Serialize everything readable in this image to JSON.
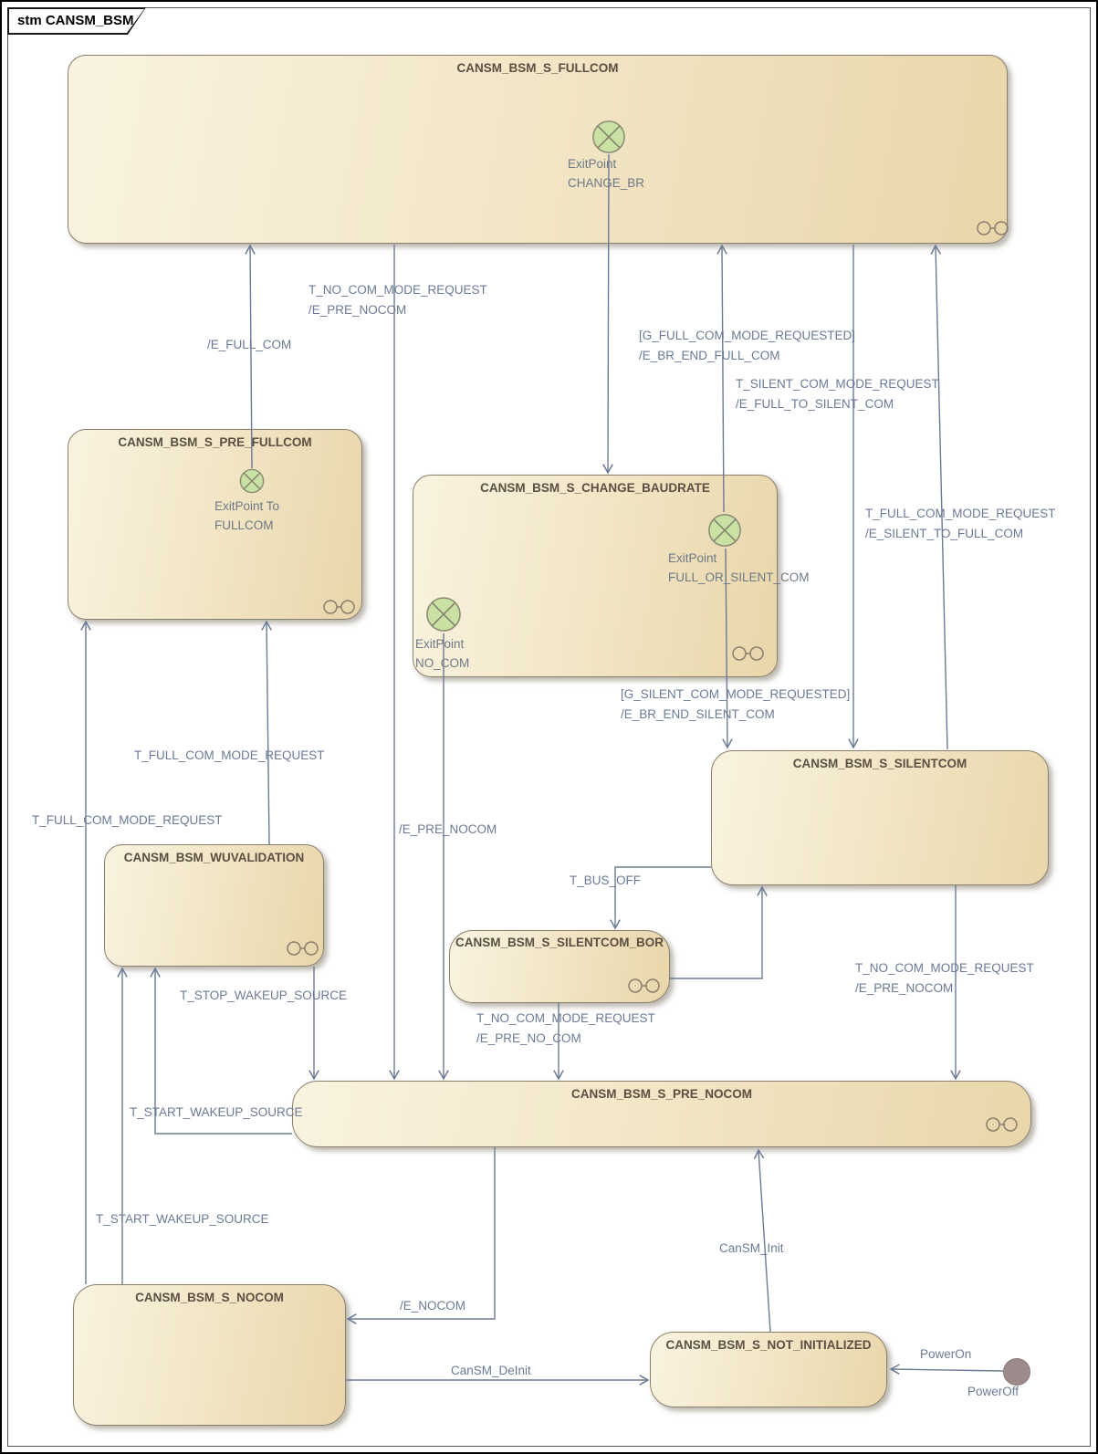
{
  "frame": {
    "title": "stm CANSM_BSM"
  },
  "colors": {
    "state_fill_light": "#f9f3e0",
    "state_fill_dark": "#e9d6aa",
    "state_border": "#8a7e6d",
    "state_title_text": "#5a4f42",
    "transition_line": "#6b7a94",
    "transition_label_text": "#6b7a96",
    "exit_point_fill": "#c9e2a3",
    "exit_point_border": "#8a8a74",
    "power_node_fill": "#9d8a8a"
  },
  "states": {
    "fullcom": {
      "name": "CANSM_BSM_S_FULLCOM"
    },
    "pre_fullcom": {
      "name": "CANSM_BSM_S_PRE_FULLCOM"
    },
    "change_baudrate": {
      "name": "CANSM_BSM_S_CHANGE_BAUDRATE"
    },
    "silentcom": {
      "name": "CANSM_BSM_S_SILENTCOM"
    },
    "wuvalidation": {
      "name": "CANSM_BSM_WUVALIDATION"
    },
    "silentcom_bor": {
      "name": "CANSM_BSM_S_SILENTCOM_BOR"
    },
    "pre_nocom": {
      "name": "CANSM_BSM_S_PRE_NOCOM"
    },
    "nocom": {
      "name": "CANSM_BSM_S_NOCOM"
    },
    "not_initialized": {
      "name": "CANSM_BSM_S_NOT_INITIALIZED"
    }
  },
  "exit_points": {
    "change_br": {
      "line1": "ExitPoint",
      "line2": "CHANGE_BR"
    },
    "to_fullcom": {
      "line1": "ExitPoint To",
      "line2": "FULLCOM"
    },
    "full_or_silent_com": {
      "line1": "ExitPoint",
      "line2": "FULL_OR_SILENT_COM"
    },
    "no_com": {
      "line1": "ExitPoint",
      "line2": "NO_COM"
    }
  },
  "transition_labels": {
    "fullcom_to_prenocom": {
      "l1": "T_NO_COM_MODE_REQUEST",
      "l2": "/E_PRE_NOCOM"
    },
    "prefullcom_to_fullcom": {
      "l1": "/E_FULL_COM"
    },
    "baudrate_to_fullcom": {
      "l1": "[G_FULL_COM_MODE_REQUESTED]",
      "l2": "/E_BR_END_FULL_COM"
    },
    "fullcom_to_silentcom": {
      "l1": "T_SILENT_COM_MODE_REQUEST",
      "l2": "/E_FULL_TO_SILENT_COM"
    },
    "silentcom_to_fullcom": {
      "l1": "T_FULL_COM_MODE_REQUEST",
      "l2": "/E_SILENT_TO_FULL_COM"
    },
    "baudrate_to_silentcom": {
      "l1": "[G_SILENT_COM_MODE_REQUESTED]",
      "l2": "/E_BR_END_SILENT_COM"
    },
    "wuvalidation_to_prefullcom": {
      "l1": "T_FULL_COM_MODE_REQUEST"
    },
    "nocom_to_prefullcom": {
      "l1": "T_FULL_COM_MODE_REQUEST"
    },
    "nocom_exit_to_prenocom": {
      "l1": "/E_PRE_NOCOM"
    },
    "silentcom_to_bor": {
      "l1": "T_BUS_OFF"
    },
    "silentcom_to_prenocom": {
      "l1": "T_NO_COM_MODE_REQUEST",
      "l2": "/E_PRE_NOCOM"
    },
    "bor_to_prenocom": {
      "l1": "T_NO_COM_MODE_REQUEST",
      "l2": "/E_PRE_NO_COM"
    },
    "wuvalidation_to_prenocom": {
      "l1": "T_STOP_WAKEUP_SOURCE"
    },
    "prenocom_to_wuvalidation": {
      "l1": "T_START_WAKEUP_SOURCE"
    },
    "nocom_to_wuvalidation": {
      "l1": "T_START_WAKEUP_SOURCE"
    },
    "prenocom_to_nocom": {
      "l1": "/E_NOCOM"
    },
    "notinit_to_prenocom": {
      "l1": "CanSM_Init"
    },
    "nocom_to_notinit": {
      "l1": "CanSM_DeInit"
    },
    "power_on": {
      "l1": "PowerOn"
    },
    "power_off": {
      "l1": "PowerOff"
    }
  }
}
